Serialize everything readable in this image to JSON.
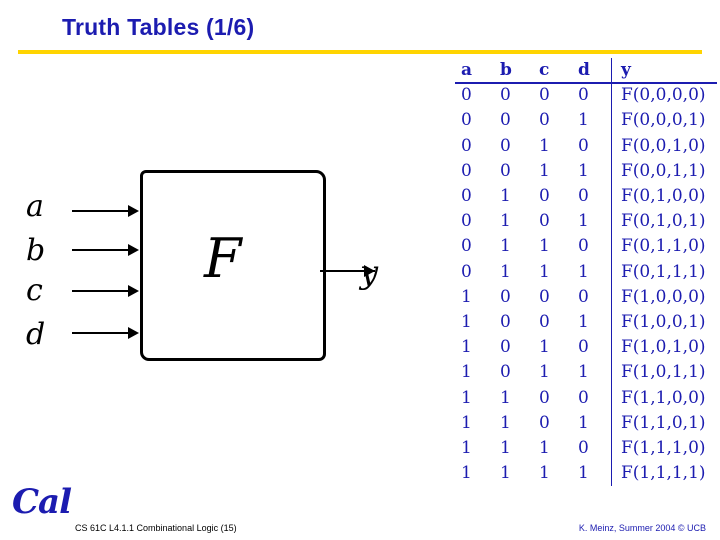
{
  "slide": {
    "title": "Truth Tables (1/6)",
    "accent_color": "#ffd400",
    "text_color": "#1c1cb0"
  },
  "diagram": {
    "block_label": "F",
    "inputs": [
      "a",
      "b",
      "c",
      "d"
    ],
    "output": "y"
  },
  "truth_table": {
    "headers": [
      "a",
      "b",
      "c",
      "d",
      "y"
    ],
    "rows": [
      [
        "0",
        "0",
        "0",
        "0",
        "F(0,0,0,0)"
      ],
      [
        "0",
        "0",
        "0",
        "1",
        "F(0,0,0,1)"
      ],
      [
        "0",
        "0",
        "1",
        "0",
        "F(0,0,1,0)"
      ],
      [
        "0",
        "0",
        "1",
        "1",
        "F(0,0,1,1)"
      ],
      [
        "0",
        "1",
        "0",
        "0",
        "F(0,1,0,0)"
      ],
      [
        "0",
        "1",
        "0",
        "1",
        "F(0,1,0,1)"
      ],
      [
        "0",
        "1",
        "1",
        "0",
        "F(0,1,1,0)"
      ],
      [
        "0",
        "1",
        "1",
        "1",
        "F(0,1,1,1)"
      ],
      [
        "1",
        "0",
        "0",
        "0",
        "F(1,0,0,0)"
      ],
      [
        "1",
        "0",
        "0",
        "1",
        "F(1,0,0,1)"
      ],
      [
        "1",
        "0",
        "1",
        "0",
        "F(1,0,1,0)"
      ],
      [
        "1",
        "0",
        "1",
        "1",
        "F(1,0,1,1)"
      ],
      [
        "1",
        "1",
        "0",
        "0",
        "F(1,1,0,0)"
      ],
      [
        "1",
        "1",
        "0",
        "1",
        "F(1,1,0,1)"
      ],
      [
        "1",
        "1",
        "1",
        "0",
        "F(1,1,1,0)"
      ],
      [
        "1",
        "1",
        "1",
        "1",
        "F(1,1,1,1)"
      ]
    ]
  },
  "footer": {
    "left": "CS 61C L4.1.1 Combinational Logic (15)",
    "right": "K. Meinz, Summer 2004 © UCB",
    "logo": "Cal"
  }
}
